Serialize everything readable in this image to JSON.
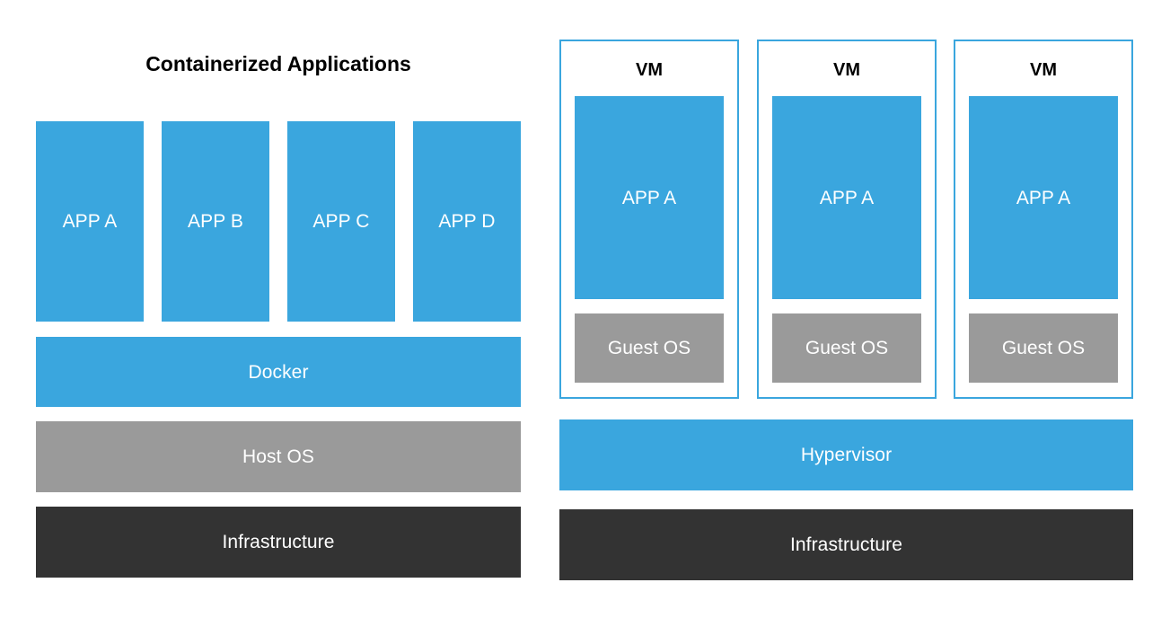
{
  "diagram": {
    "title_left": "Containerized Applications",
    "colors": {
      "blue": "#3aa6de",
      "gray": "#9a9a9a",
      "dark": "#333333",
      "background": "#ffffff",
      "text_on_fill": "#ffffff",
      "heading_text": "#000000"
    }
  },
  "left_panel": {
    "title": "Containerized Applications",
    "apps": [
      {
        "label": "APP A"
      },
      {
        "label": "APP B"
      },
      {
        "label": "APP C"
      },
      {
        "label": "APP D"
      }
    ],
    "layers": [
      {
        "label": "Docker",
        "fill": "blue"
      },
      {
        "label": "Host OS",
        "fill": "gray"
      },
      {
        "label": "Infrastructure",
        "fill": "dark"
      }
    ],
    "docker_label": "Docker",
    "host_os_label": "Host OS",
    "infrastructure_label": "Infrastructure"
  },
  "right_panel": {
    "vms": [
      {
        "title": "VM",
        "app_label": "APP A",
        "guest_os_label": "Guest OS"
      },
      {
        "title": "VM",
        "app_label": "APP A",
        "guest_os_label": "Guest OS"
      },
      {
        "title": "VM",
        "app_label": "APP A",
        "guest_os_label": "Guest OS"
      }
    ],
    "layers": [
      {
        "label": "Hypervisor",
        "fill": "blue"
      },
      {
        "label": "Infrastructure",
        "fill": "dark"
      }
    ],
    "hypervisor_label": "Hypervisor",
    "infrastructure_label": "Infrastructure"
  }
}
